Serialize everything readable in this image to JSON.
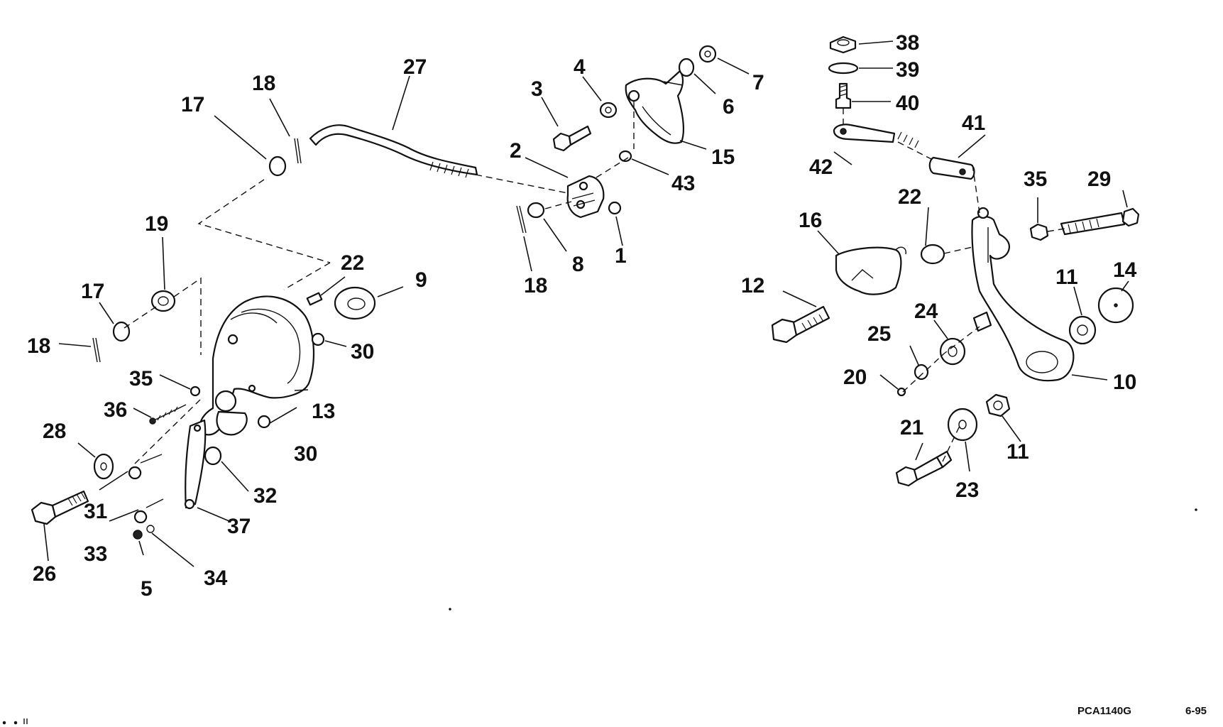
{
  "diagram": {
    "callouts": [
      "1",
      "2",
      "3",
      "4",
      "5",
      "6",
      "7",
      "8",
      "9",
      "10",
      "11",
      "11",
      "12",
      "13",
      "14",
      "15",
      "16",
      "17",
      "17",
      "18",
      "18",
      "18",
      "19",
      "20",
      "21",
      "22",
      "22",
      "23",
      "24",
      "25",
      "26",
      "27",
      "28",
      "29",
      "30",
      "30",
      "31",
      "32",
      "33",
      "34",
      "35",
      "35",
      "36",
      "37",
      "38",
      "39",
      "40",
      "41",
      "42",
      "43"
    ],
    "drawing_code": "PCA1140G",
    "date_code": "6-95"
  }
}
